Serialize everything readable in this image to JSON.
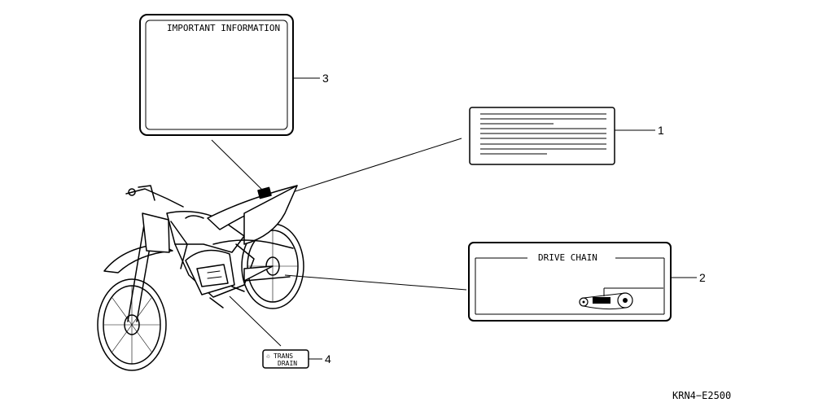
{
  "labels": {
    "important_information": "IMPORTANT INFORMATION",
    "drive_chain": "DRIVE CHAIN",
    "trans_drain_line1": "TRANS",
    "trans_drain_line2": "DRAIN",
    "trans_drain_symbol": "♲"
  },
  "callouts": {
    "c1": "1",
    "c2": "2",
    "c3": "3",
    "c4": "4"
  },
  "part_code": "KRN4−E2500"
}
